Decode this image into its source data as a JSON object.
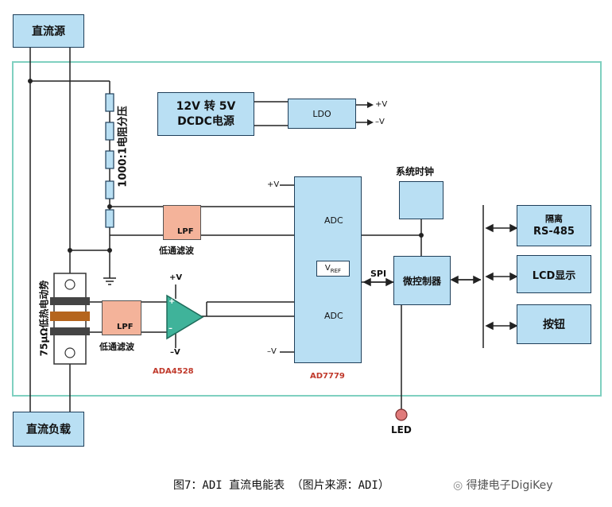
{
  "blocks": {
    "dc_source": "直流源",
    "dc_load": "直流负载",
    "dcdc_line1": "12V 转 5V",
    "dcdc_line2": "DCDC电源",
    "ldo": "LDO",
    "micro": "微控制器",
    "rs485_line1": "隔离",
    "rs485_line2": "RS-485",
    "lcd": "LCD显示",
    "button": "按钮",
    "adc1": "ADC",
    "adc2": "ADC",
    "vref_main": "V",
    "vref_sub": "REF",
    "lpf1": "LPF",
    "lpf2": "LPF"
  },
  "labels": {
    "divider": "1000:1电阻分压",
    "shunt": "75μΩ低热电动势",
    "lowpass1": "低通滤波",
    "lowpass2": "低通滤波",
    "clock": "系统时钟",
    "spi": "SPI",
    "led": "LED",
    "ada": "ADA4528",
    "ad": "AD7779",
    "ldo_pos": "+V",
    "ldo_neg": "–V",
    "ad_pos": "+V",
    "ad_neg": "–V",
    "amp_pos": "+V",
    "amp_neg": "–V",
    "amp_plus": "+",
    "amp_minus": "–",
    "caption": "图7：ADI 直流电能表 （图片来源：ADI）",
    "watermark": "得捷电子DigiKey"
  },
  "colors": {
    "board_border": "#7fd0c0",
    "block_fill": "#b9dff3",
    "lpf_fill": "#f4b39a",
    "adc_fill": "#c9a6d6",
    "amp_fill": "#3fb39a",
    "led_fill": "#e07a7a",
    "part_label": "#c0392b"
  }
}
